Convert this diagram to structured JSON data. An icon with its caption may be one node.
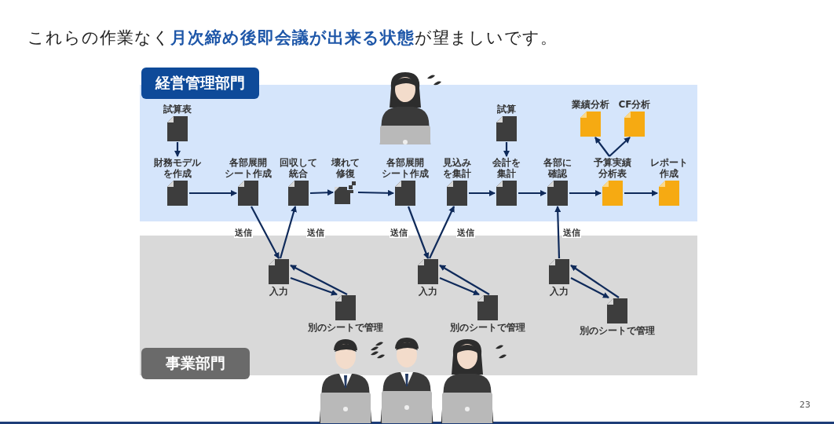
{
  "diagram": {
    "title": "これらの作業なく**月次締め後即会議が出来る状態**が望ましいです。",
    "nodes": [
      {
        "text": [
          "経営管理部門"
        ]
      },
      {
        "text": [
          "試算表"
        ],
        "in": 0
      },
      {
        "text": [
          "財務モデルを作成"
        ],
        "in": 0
      },
      {
        "text": [
          "各部展開シート作成"
        ],
        "in": 0
      },
      {
        "text": [
          "回収して統合"
        ],
        "in": 0
      },
      {
        "text": [
          "壊れて修復"
        ],
        "in": 0
      },
      {
        "text": [
          "各部展開シート作成"
        ],
        "in": 0
      },
      {
        "text": [
          "見込みを集計"
        ],
        "in": 0
      },
      {
        "text": [
          "試算"
        ],
        "in": 0
      },
      {
        "text": [
          "会計を集計"
        ],
        "in": 0
      },
      {
        "text": [
          "各部に確認"
        ],
        "in": 0
      },
      {
        "text": [
          "業績分析"
        ],
        "in": 0
      },
      {
        "text": [
          "CF分析"
        ],
        "in": 0
      },
      {
        "text": [
          "予算実績分析表"
        ],
        "in": 0
      },
      {
        "text": [
          "レポート作成"
        ],
        "in": 0
      },
      {
        "text": [
          "事業部門"
        ]
      },
      {
        "text": [
          "入力"
        ],
        "in": 15
      },
      {
        "text": [
          "別のシートで管理"
        ],
        "in": 15
      },
      {
        "text": [
          "入力"
        ],
        "in": 15
      },
      {
        "text": [
          "別のシートで管理"
        ],
        "in": 15
      },
      {
        "text": [
          "入力"
        ],
        "in": 15
      },
      {
        "text": [
          "別のシートで管理"
        ],
        "in": 15
      }
    ],
    "edges": [
      {
        "from": 1,
        "to": 2,
        "arrow": "to"
      },
      {
        "from": 2,
        "to": 3,
        "arrow": "to"
      },
      {
        "from": 3,
        "to": 16,
        "arrow": "to",
        "label": "送信"
      },
      {
        "from": 16,
        "to": 4,
        "arrow": "to",
        "label": "送信"
      },
      {
        "from": 4,
        "to": 5,
        "arrow": "to"
      },
      {
        "from": 5,
        "to": 6,
        "arrow": "to"
      },
      {
        "from": 6,
        "to": 18,
        "arrow": "to",
        "label": "送信"
      },
      {
        "from": 18,
        "to": 7,
        "arrow": "to",
        "label": "送信"
      },
      {
        "from": 7,
        "to": 9,
        "arrow": "to"
      },
      {
        "from": 8,
        "to": 9,
        "arrow": "to"
      },
      {
        "from": 9,
        "to": 10,
        "arrow": "to"
      },
      {
        "from": 20,
        "to": 10,
        "arrow": "to",
        "label": "送信"
      },
      {
        "from": 10,
        "to": 13,
        "arrow": "to"
      },
      {
        "from": 13,
        "to": 14,
        "arrow": "to"
      },
      {
        "from": 13,
        "to": 11,
        "arrow": "to"
      },
      {
        "from": 13,
        "to": 12,
        "arrow": "to"
      },
      {
        "from": 16,
        "to": 17,
        "arrow": "to"
      },
      {
        "from": 17,
        "to": 16,
        "arrow": "to"
      },
      {
        "from": 18,
        "to": 19,
        "arrow": "to"
      },
      {
        "from": 19,
        "to": 18,
        "arrow": "to"
      },
      {
        "from": 20,
        "to": 21,
        "arrow": "to"
      },
      {
        "from": 21,
        "to": 20,
        "arrow": "to"
      }
    ],
    "labels": [
      "23"
    ]
  }
}
